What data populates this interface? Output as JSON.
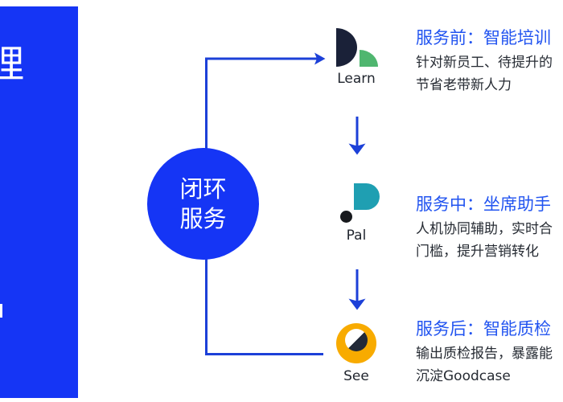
{
  "diagram": {
    "left_panel": {
      "clipped_char": "理"
    },
    "hub": {
      "line1": "闭环",
      "line2": "服务"
    },
    "stages": [
      {
        "name": "Learn",
        "title": "服务前：智能培训",
        "desc1": "针对新员工、待提升的",
        "desc2": "节省老带新人力"
      },
      {
        "name": "Pal",
        "title": "服务中：坐席助手",
        "desc1": "人机协同辅助，实时合",
        "desc2": "门槛，提升营销转化"
      },
      {
        "name": "See",
        "title": "服务后：智能质检",
        "desc1": "输出质检报告，暴露能",
        "desc2": "沉淀Goodcase"
      }
    ]
  },
  "colors": {
    "panel_blue": "#1535f5",
    "hub_blue": "#1535f5",
    "connector_blue": "#1c40d8",
    "title_blue": "#2254f0",
    "body_text": "#262b33",
    "learn_dark": "#1a2138",
    "learn_green": "#4fb66f",
    "pal_teal": "#1f9fb2",
    "pal_dot": "#17191d",
    "see_yellow": "#f8ab00",
    "see_dark": "#222a38"
  }
}
